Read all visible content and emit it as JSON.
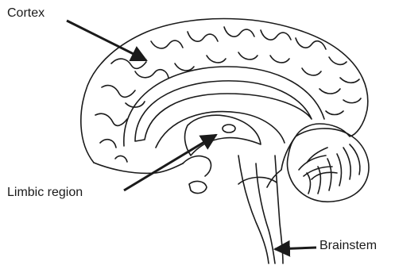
{
  "labels": {
    "cortex": "Cortex",
    "limbic": "Limbic region",
    "brainstem": "Brainstem"
  },
  "colors": {
    "ink": "#1a1a1a",
    "background": "#ffffff"
  }
}
